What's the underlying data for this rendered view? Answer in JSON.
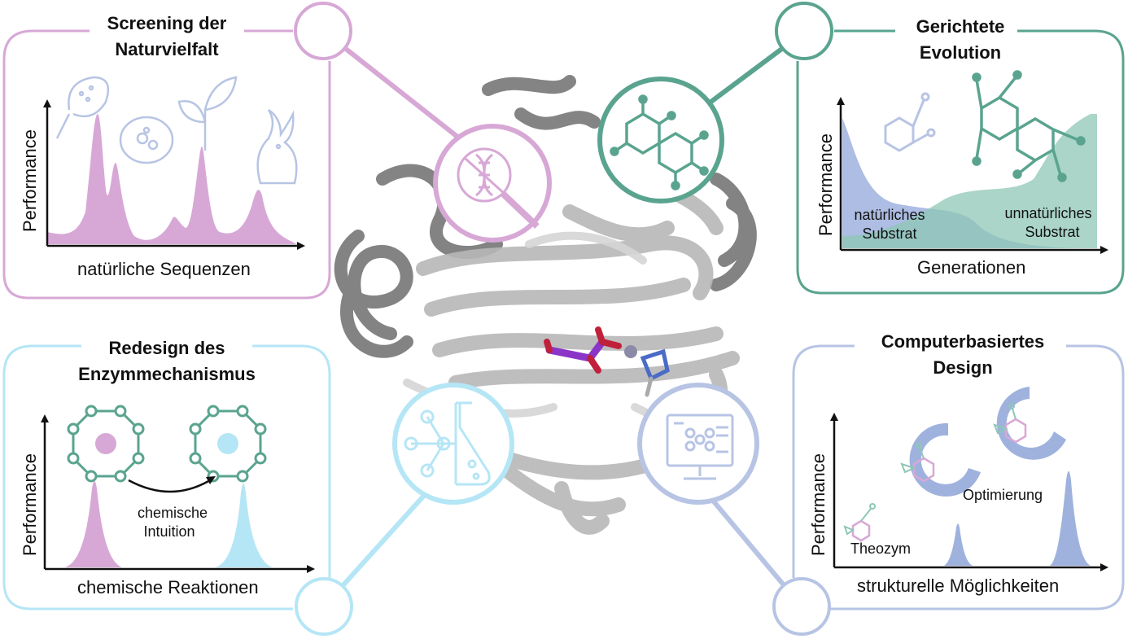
{
  "colors": {
    "pink": "#c99ac9",
    "pink_fill": "#d7a8d6",
    "teal": "#5aa48f",
    "teal_fill": "#8ec7b6",
    "light_blue": "#a9dcf0",
    "light_blue_fill": "#b5e6f6",
    "periwinkle": "#a9b8dd",
    "periwinkle_fill": "#9fb2de",
    "protein_gray": "#9a9a9a"
  },
  "panels": {
    "screening": {
      "title_line1": "Screening der",
      "title_line2": "Naturvielfalt",
      "ylabel": "Performance",
      "xlabel": "natürliche Sequenzen",
      "icons": [
        "bacterium-icon",
        "cell-icon",
        "plant-icon",
        "rabbit-icon"
      ]
    },
    "evolution": {
      "title_line1": "Gerichtete",
      "title_line2": "Evolution",
      "ylabel": "Performance",
      "xlabel": "Generationen",
      "label_left_1": "natürliches",
      "label_left_2": "Substrat",
      "label_right_1": "unnatürliches",
      "label_right_2": "Substrat"
    },
    "redesign": {
      "title_line1": "Redesign des",
      "title_line2": "Enzymmechanismus",
      "ylabel": "Performance",
      "xlabel": "chemische Reaktionen",
      "arrow_label_1": "chemische",
      "arrow_label_2": "Intuition"
    },
    "computer": {
      "title_line1": "Computerbasiertes",
      "title_line2": "Design",
      "ylabel": "Performance",
      "xlabel": "strukturelle Möglichkeiten",
      "label_theozym": "Theozym",
      "label_opt": "Optimierung"
    }
  },
  "center": {
    "icons": [
      "dna-magnifier-icon",
      "molecule-icon",
      "flask-network-icon",
      "computer-monitor-icon"
    ]
  }
}
